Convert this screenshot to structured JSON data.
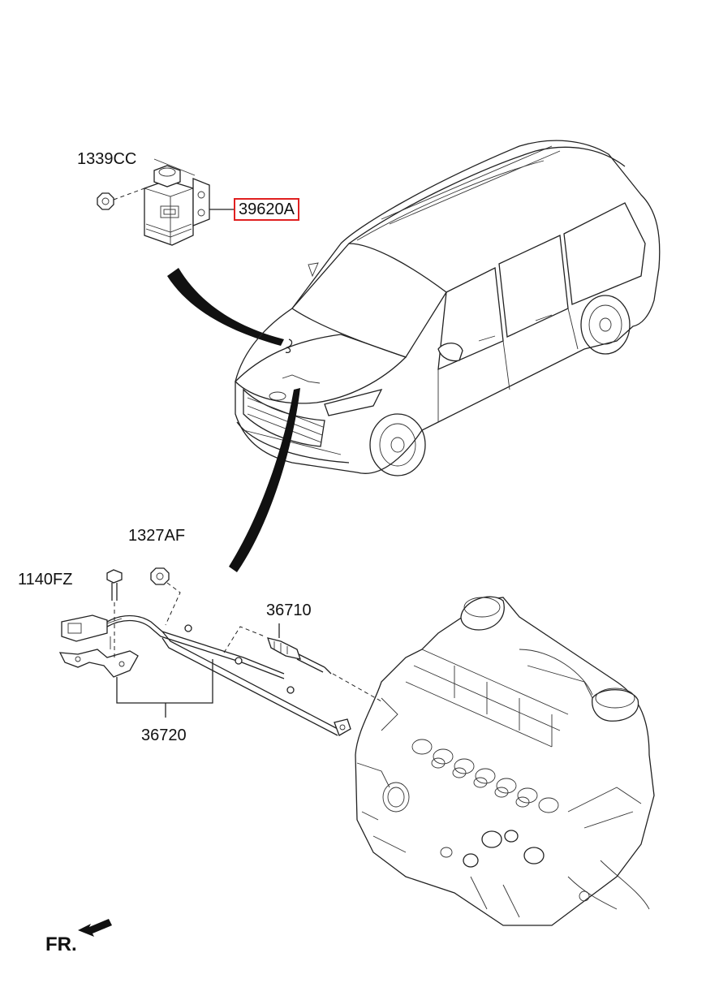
{
  "parts": {
    "p1339cc": "1339CC",
    "p39620a": "39620A",
    "p1327af": "1327AF",
    "p1140fz": "1140FZ",
    "p36710": "36710",
    "p36720": "36720"
  },
  "front_indicator": "FR.",
  "colors": {
    "highlight_box": "#e02020",
    "line": "#222222"
  }
}
